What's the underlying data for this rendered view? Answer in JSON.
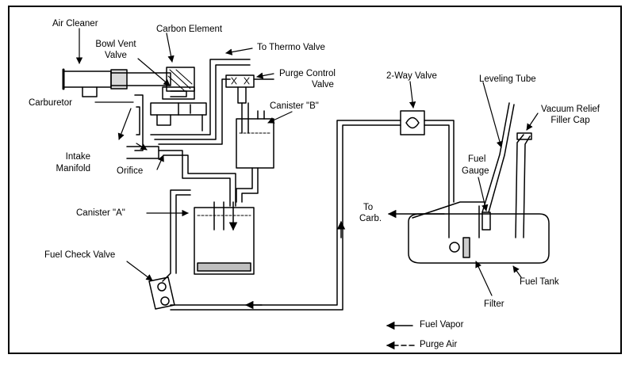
{
  "labels": {
    "air_cleaner": "Air Cleaner",
    "carbon_element": "Carbon Element",
    "bowl_vent_valve_1": "Bowl Vent",
    "bowl_vent_valve_2": "Valve",
    "to_thermo_valve": "To Thermo Valve",
    "purge_control_valve_1": "Purge Control",
    "purge_control_valve_2": "Valve",
    "canister_b": "Canister \"B\"",
    "carburetor": "Carburetor",
    "intake_manifold_1": "Intake",
    "intake_manifold_2": "Manifold",
    "orifice": "Orifice",
    "canister_a": "Canister \"A\"",
    "fuel_check_valve": "Fuel Check Valve",
    "two_way_valve": "2-Way Valve",
    "leveling_tube": "Leveling Tube",
    "vacuum_relief_1": "Vacuum Relief",
    "vacuum_relief_2": "Filler Cap",
    "fuel_gauge_1": "Fuel",
    "fuel_gauge_2": "Gauge",
    "to_carb_1": "To",
    "to_carb_2": "Carb.",
    "fuel_tank": "Fuel Tank",
    "filter": "Filter"
  },
  "legend": {
    "fuel_vapor": "Fuel Vapor",
    "purge_air": "Purge Air"
  },
  "colors": {
    "line": "#000000",
    "background": "#ffffff"
  }
}
